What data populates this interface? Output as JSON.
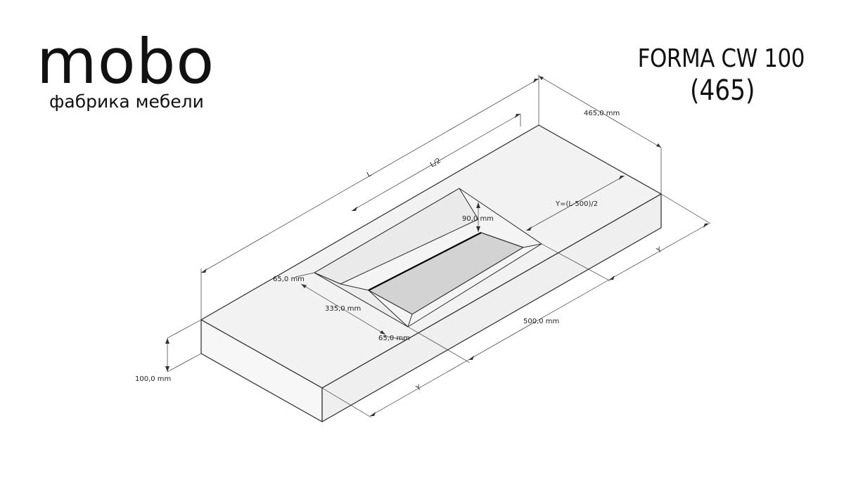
{
  "logo": {
    "word": "mobo",
    "subtitle": "фабрика мебели"
  },
  "product": {
    "name": "FORMA CW 100",
    "variant": "(465)"
  },
  "dimensions": {
    "length_full": "L",
    "length_half": "L/2",
    "depth": "465,0 mm",
    "side_formula": "Y=(L-500)/2",
    "side_right": "Y",
    "side_front": "Y",
    "basin_depth": "90,0 mm",
    "basin_length": "500,0 mm",
    "basin_width": "335,0 mm",
    "edge_back": "65,0 mm",
    "edge_front": "65,0 mm",
    "thickness": "100,0 mm"
  },
  "colors": {
    "line": "#2a2a2a",
    "slab_face": "#f2f2f2",
    "basin_floor": "#d3d3d3",
    "background": "#ffffff"
  }
}
